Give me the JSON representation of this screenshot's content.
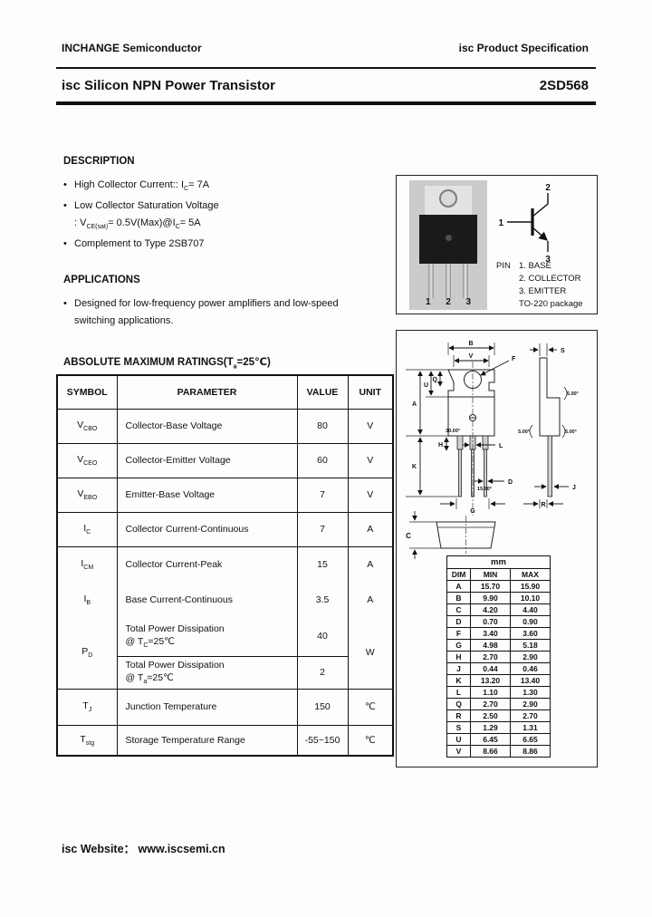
{
  "colors": {
    "ink": "#111111",
    "paper": "#fdfdfd",
    "photo_bg": "#cbcbcb",
    "package_body": "#1a1a1a"
  },
  "header": {
    "left": "INCHANGE Semiconductor",
    "right": "isc Product Specification"
  },
  "title": {
    "left": "isc Silicon NPN Power Transistor",
    "part": "2SD568"
  },
  "description": {
    "heading": "DESCRIPTION",
    "b1": {
      "pre": "High Collector Current:: I",
      "sub": "C",
      "post": "= 7A"
    },
    "b2": "Low Collector Saturation Voltage",
    "b3": {
      "p1": ": V",
      "s1": "CE(sat)",
      "p2": "= 0.5V(Max)@I",
      "s2": "C",
      "p3": "= 5A"
    },
    "b4": "Complement to Type 2SB707"
  },
  "applications": {
    "heading": "APPLICATIONS",
    "line1": "Designed for low-frequency power amplifiers and low-speed",
    "line2": "switching applications."
  },
  "package": {
    "photo_labels": {
      "l1": "1",
      "l2": "2",
      "l3": "3"
    },
    "schematic": {
      "p1": "1",
      "p2": "2",
      "p3": "3"
    },
    "pin_heading": "PIN",
    "pin1": "1. BASE",
    "pin2": "2. COLLECTOR",
    "pin3": "3. EMITTER",
    "package_name": "TO-220 package"
  },
  "ratings": {
    "heading_pre": "ABSOLUTE MAXIMUM RATINGS(T",
    "heading_sub": "a",
    "heading_post": "=25℃)",
    "headers": [
      "SYMBOL",
      "PARAMETER",
      "VALUE",
      "UNIT"
    ],
    "rows": [
      {
        "s": "V",
        "ss": "CBO",
        "p": "Collector-Base Voltage",
        "v": "80",
        "u": "V"
      },
      {
        "s": "V",
        "ss": "CEO",
        "p": "Collector-Emitter Voltage",
        "v": "60",
        "u": "V"
      },
      {
        "s": "V",
        "ss": "EBO",
        "p": "Emitter-Base Voltage",
        "v": "7",
        "u": "V"
      },
      {
        "s": "I",
        "ss": "C",
        "p": "Collector Current-Continuous",
        "v": "7",
        "u": "A"
      },
      {
        "s": "I",
        "ss": "CM",
        "p": "Collector Current-Peak",
        "v": "15",
        "u": "A"
      },
      {
        "s": "I",
        "ss": "B",
        "p": "Base Current-Continuous",
        "v": "3.5",
        "u": "A"
      }
    ],
    "pd": {
      "s": "P",
      "ss": "D",
      "r1_line1": "Total Power Dissipation",
      "r1_pre": "@ T",
      "r1_sub": "C",
      "r1_post": "=25℃",
      "r1_v": "40",
      "r2_line1": "Total Power Dissipation",
      "r2_pre": "@ T",
      "r2_sub": "a",
      "r2_post": "=25℃",
      "r2_v": "2",
      "unit": "W"
    },
    "rows2": [
      {
        "s": "T",
        "ss": "J",
        "p": "Junction Temperature",
        "v": "150",
        "u": "℃"
      },
      {
        "s": "T",
        "ss": "stg",
        "p": "Storage Temperature Range",
        "v": "-55~150",
        "u": "℃"
      }
    ]
  },
  "dim_drawing": {
    "front": {
      "A": "A",
      "B": "B",
      "V": "V",
      "F": "F",
      "Q": "Q",
      "U": "U",
      "H": "H",
      "K": "K",
      "L": "L",
      "D": "D",
      "G": "G",
      "ang30": "30.00°",
      "ang15": "15.00°"
    },
    "side": {
      "S": "S",
      "J": "J",
      "R": "R",
      "ang5": "5.00°"
    },
    "bottom": {
      "C": "C"
    }
  },
  "dim_table": {
    "unit_header": "mm",
    "headers": [
      "DIM",
      "MIN",
      "MAX"
    ],
    "rows": [
      [
        "A",
        "15.70",
        "15.90"
      ],
      [
        "B",
        "9.90",
        "10.10"
      ],
      [
        "C",
        "4.20",
        "4.40"
      ],
      [
        "D",
        "0.70",
        "0.90"
      ],
      [
        "F",
        "3.40",
        "3.60"
      ],
      [
        "G",
        "4.98",
        "5.18"
      ],
      [
        "H",
        "2.70",
        "2.90"
      ],
      [
        "J",
        "0.44",
        "0.46"
      ],
      [
        "K",
        "13.20",
        "13.40"
      ],
      [
        "L",
        "1.10",
        "1.30"
      ],
      [
        "Q",
        "2.70",
        "2.90"
      ],
      [
        "R",
        "2.50",
        "2.70"
      ],
      [
        "S",
        "1.29",
        "1.31"
      ],
      [
        "U",
        "6.45",
        "6.65"
      ],
      [
        "V",
        "8.66",
        "8.86"
      ]
    ]
  },
  "footer": {
    "text": "isc Website：  www.iscsemi.cn"
  }
}
